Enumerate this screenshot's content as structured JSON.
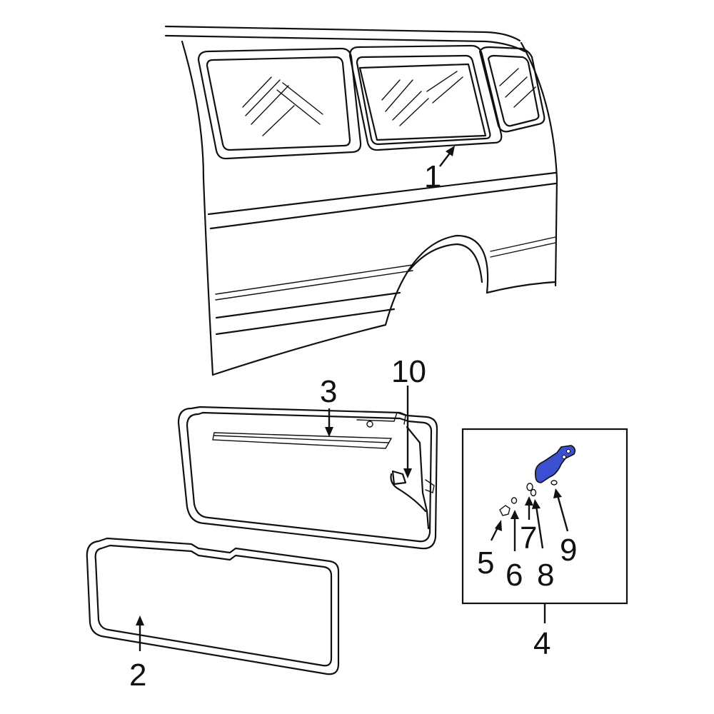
{
  "diagram": {
    "highlight_color": "#3b4fd1",
    "callouts": {
      "c1": "1",
      "c2": "2",
      "c3": "3",
      "c4": "4",
      "c5": "5",
      "c6": "6",
      "c7": "7",
      "c8": "8",
      "c9": "9",
      "c10": "10"
    }
  }
}
